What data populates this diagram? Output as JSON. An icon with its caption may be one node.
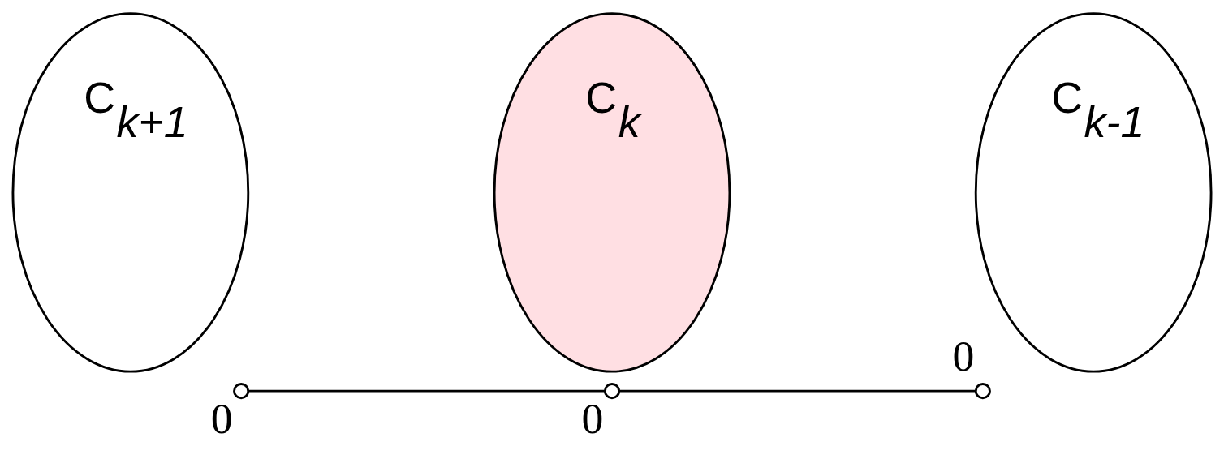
{
  "diagram": {
    "nodes": [
      {
        "text": [
          "C$_{k+1}$"
        ]
      },
      {
        "text": [],
        "shape": "circle",
        "beside": [
          "0"
        ]
      },
      {
        "text": [
          "C$_{k}$"
        ]
      },
      {
        "text": [],
        "shape": "circle",
        "beside": [
          "0"
        ]
      },
      {
        "text": [
          "C$_{k-1}$"
        ]
      },
      {
        "text": [],
        "shape": "circle",
        "beside": [
          "0"
        ]
      }
    ],
    "edges": [
      {
        "from": 1,
        "to": 3,
        "arrow": "none"
      },
      {
        "from": 3,
        "to": 5,
        "arrow": "none"
      }
    ]
  }
}
